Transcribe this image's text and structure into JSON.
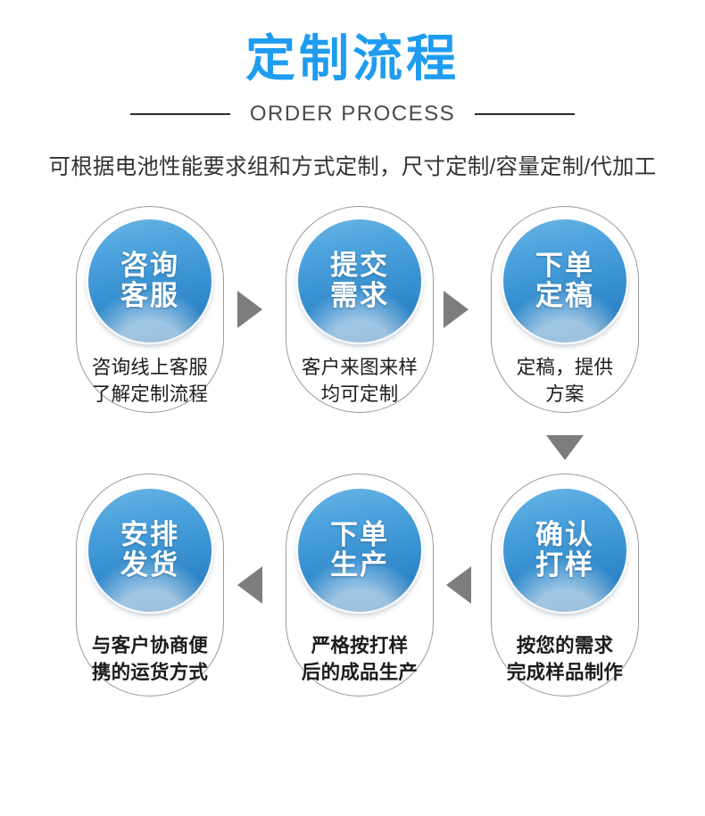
{
  "header": {
    "title": "定制流程",
    "subtitle": "ORDER PROCESS",
    "lead": "可根据电池性能要求组和方式定制，尺寸定制/容量定制/代加工"
  },
  "colors": {
    "title_blue": "#1e9cf0",
    "circle_blue": "#3f95d6",
    "arrow_gray": "#7d7d7d",
    "card_border": "#9a9a9a",
    "text_dark": "#1c1c1c"
  },
  "steps": [
    {
      "index": 1,
      "circle_lines": [
        "咨询",
        "客服"
      ],
      "desc_lines": [
        "咨询线上客服",
        "了解定制流程"
      ]
    },
    {
      "index": 2,
      "circle_lines": [
        "提交",
        "需求"
      ],
      "desc_lines": [
        "客户来图来样",
        "均可定制"
      ]
    },
    {
      "index": 3,
      "circle_lines": [
        "下单",
        "定稿"
      ],
      "desc_lines": [
        "定稿，提供",
        "方案"
      ]
    },
    {
      "index": 4,
      "circle_lines": [
        "确认",
        "打样"
      ],
      "desc_lines": [
        "按您的需求",
        "完成样品制作"
      ]
    },
    {
      "index": 5,
      "circle_lines": [
        "下单",
        "生产"
      ],
      "desc_lines": [
        "严格按打样",
        "后的成品生产"
      ]
    },
    {
      "index": 6,
      "circle_lines": [
        "安排",
        "发货"
      ],
      "desc_lines": [
        "与客户协商便",
        "携的运货方式"
      ]
    }
  ],
  "arrows": [
    {
      "name": "arrow-step1-to-step2",
      "direction": "right"
    },
    {
      "name": "arrow-step2-to-step3",
      "direction": "right"
    },
    {
      "name": "arrow-step3-to-step4",
      "direction": "down"
    },
    {
      "name": "arrow-step4-to-step5",
      "direction": "left"
    },
    {
      "name": "arrow-step5-to-step6",
      "direction": "left"
    }
  ]
}
